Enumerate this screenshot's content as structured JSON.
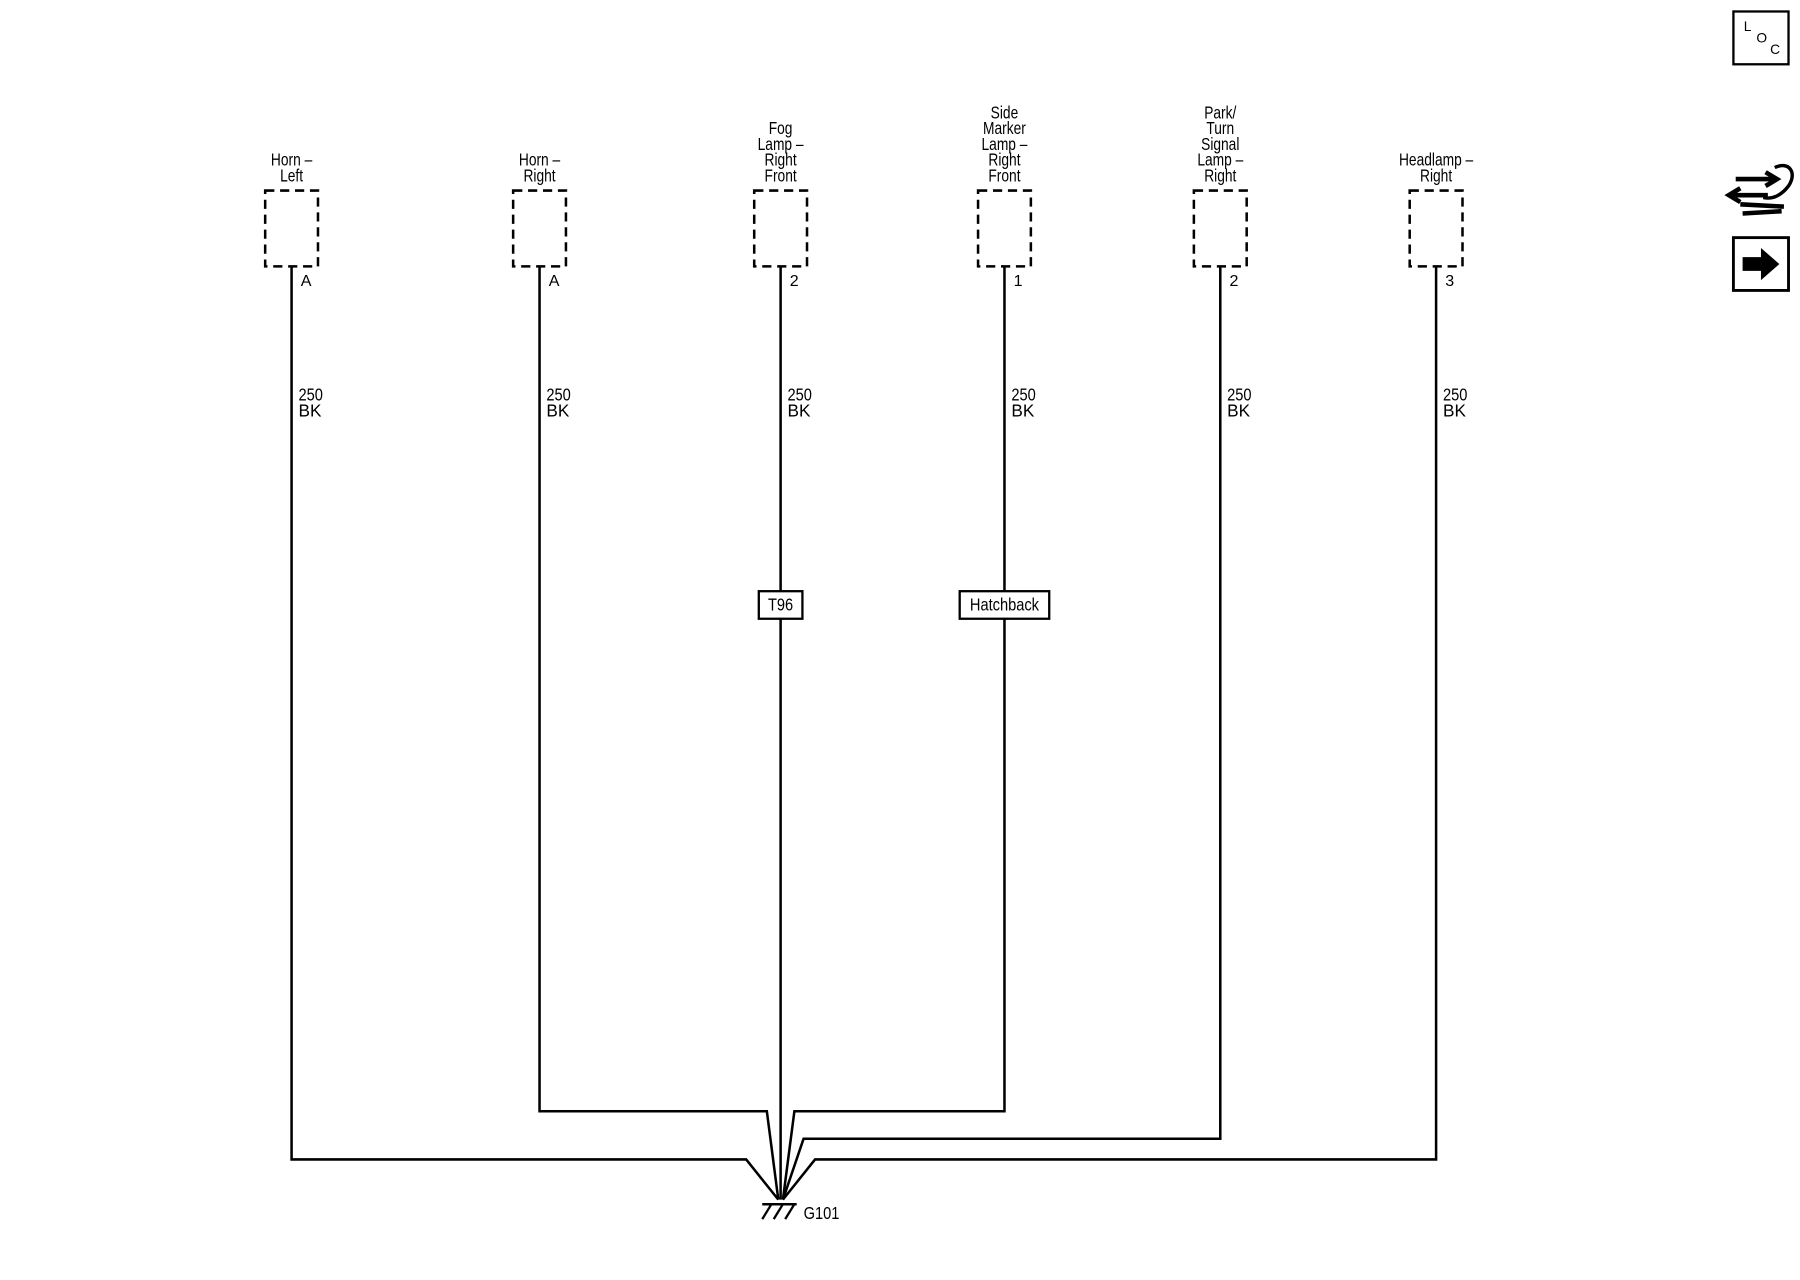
{
  "components": [
    {
      "id": "horn-left",
      "label_lines": [
        "Horn –",
        "Left"
      ],
      "pin": "A",
      "wire": {
        "gauge": "250",
        "color": "BK"
      }
    },
    {
      "id": "horn-right",
      "label_lines": [
        "Horn –",
        "Right"
      ],
      "pin": "A",
      "wire": {
        "gauge": "250",
        "color": "BK"
      }
    },
    {
      "id": "fog-lamp-right-front",
      "label_lines": [
        "Fog",
        "Lamp –",
        "Right",
        "Front"
      ],
      "pin": "2",
      "wire": {
        "gauge": "250",
        "color": "BK"
      },
      "option": "T96"
    },
    {
      "id": "side-marker-lamp-right-front",
      "label_lines": [
        "Side",
        "Marker",
        "Lamp –",
        "Right",
        "Front"
      ],
      "pin": "1",
      "wire": {
        "gauge": "250",
        "color": "BK"
      },
      "option": "Hatchback"
    },
    {
      "id": "park-turn-signal-lamp-right",
      "label_lines": [
        "Park/",
        "Turn",
        "Signal",
        "Lamp –",
        "Right"
      ],
      "pin": "2",
      "wire": {
        "gauge": "250",
        "color": "BK"
      }
    },
    {
      "id": "headlamp-right",
      "label_lines": [
        "Headlamp –",
        "Right"
      ],
      "pin": "3",
      "wire": {
        "gauge": "250",
        "color": "BK"
      }
    }
  ],
  "ground": {
    "label": "G101"
  },
  "side_icons": [
    {
      "id": "loc-icon",
      "letters": [
        "L",
        "O",
        "C"
      ]
    },
    {
      "id": "connector-tool-icon"
    },
    {
      "id": "next-arrow-icon"
    }
  ],
  "colors": {
    "ink": "#000000",
    "background": "#ffffff"
  }
}
